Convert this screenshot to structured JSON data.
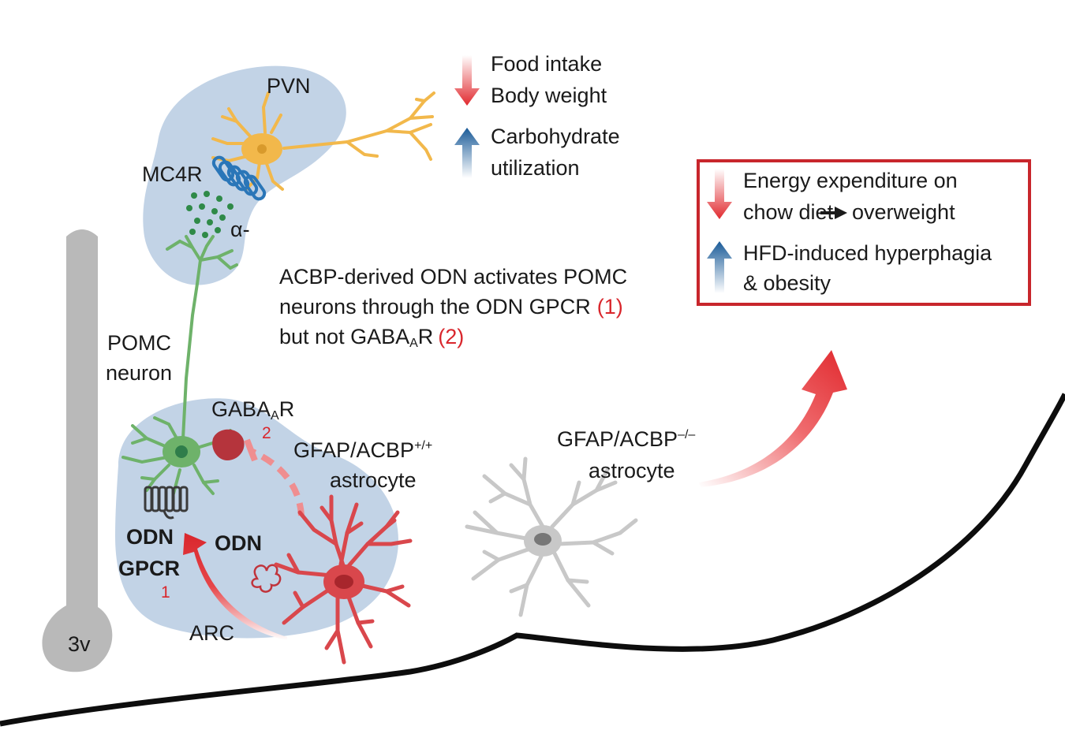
{
  "labels": {
    "pvn": "PVN",
    "mc4r": "MC4R",
    "alpha": "α-",
    "pomc_line1": "POMC",
    "pomc_line2": "neuron",
    "gabaar_main": "GABA",
    "gabaar_sub": "A",
    "gabaar_tail": "R",
    "gabaar_num": "2",
    "astro_pos_main": "GFAP/ACBP",
    "astro_pos_sup": "+/+",
    "astro_pos_line2": "astrocyte",
    "astro_neg_main": "GFAP/ACBP",
    "astro_neg_sup": "–/–",
    "astro_neg_line2": "astrocyte",
    "odn": "ODN",
    "odn_gpcr_1": "ODN",
    "odn_gpcr_2": "GPCR",
    "odn_gpcr_num": "1",
    "arc": "ARC",
    "ventricle": "3v"
  },
  "caption": {
    "line1": "ACBP-derived ODN activates POMC",
    "line2_main": "neurons through the ODN GPCR",
    "line2_num": "(1)",
    "line3_main": "but not GABA",
    "line3_sub": "A",
    "line3_tail": "R",
    "line3_num": "(2)"
  },
  "effects": {
    "down_1": "Food intake",
    "down_2": "Body weight",
    "up_1": "Carbohydrate",
    "up_2": "utilization"
  },
  "knockout_box": {
    "down_1": "Energy expenditure on",
    "down_2a": "chow diet",
    "down_2b": "overweight",
    "up_1": "HFD-induced hyperphagia",
    "up_2": "& obesity"
  },
  "colors": {
    "region_fill": "#c2d3e6",
    "pvn_neuron": "#f2b84b",
    "pomc_neuron": "#6eb26a",
    "astrocyte_pos": "#d9474c",
    "astrocyte_neg": "#c8c8c8",
    "arrow_down": "#e12a2f",
    "arrow_up": "#1a5b98",
    "box_border": "#c8262c",
    "ventricle": "#b9b9b9"
  }
}
